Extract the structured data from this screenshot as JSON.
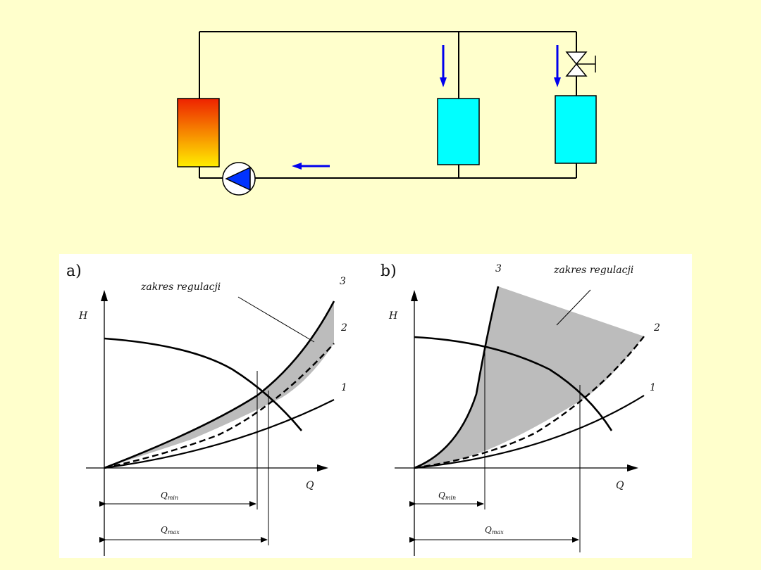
{
  "colors": {
    "background": "#ffffcc",
    "pipe": "#000000",
    "arrow": "#0000ee",
    "heater_top": "#ee2200",
    "heater_bottom": "#ffee00",
    "receiver": "#00ffff",
    "pump_triangle": "#0033ff",
    "region_fill": "#bcbcbc",
    "graph_bg": "#ffffff"
  },
  "icons": {
    "heater": "heat-source-box",
    "pump": "circulation-pump-icon",
    "valve": "control-valve-icon",
    "receivers": "heat-receiver-box"
  },
  "graph_a": {
    "panel_label": "a)",
    "y_axis": "H",
    "x_axis": "Q",
    "region_label": "zakres regulacji",
    "curve_labels": [
      "1",
      "2",
      "3"
    ],
    "q_min": {
      "main": "Q",
      "sub": "min"
    },
    "q_max": {
      "main": "Q",
      "sub": "max"
    }
  },
  "graph_b": {
    "panel_label": "b)",
    "y_axis": "H",
    "x_axis": "Q",
    "region_label": "zakres regulacji",
    "curve_labels": [
      "1",
      "2",
      "3"
    ],
    "q_min": {
      "main": "Q",
      "sub": "min"
    },
    "q_max": {
      "main": "Q",
      "sub": "max"
    }
  }
}
